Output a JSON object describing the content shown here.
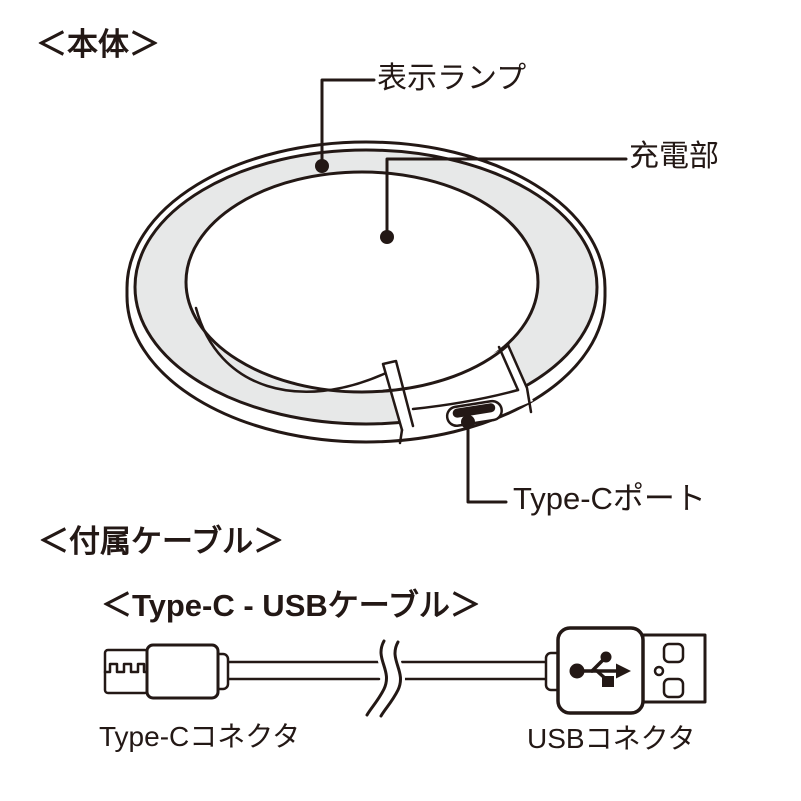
{
  "colors": {
    "ink": "#231815",
    "ring_fill": "#e7e8e8"
  },
  "sections": {
    "main_unit": {
      "title": "＜本体＞",
      "callouts": {
        "indicator_lamp": "表示ランプ",
        "charging_area": "充電部",
        "type_c_port": "Type-Cポート"
      }
    },
    "included_cable": {
      "title": "＜付属ケーブル＞",
      "cable_name": "＜Type-C - USBケーブル＞",
      "connectors": {
        "type_c": "Type-Cコネクタ",
        "usb": "USBコネクタ"
      }
    }
  }
}
